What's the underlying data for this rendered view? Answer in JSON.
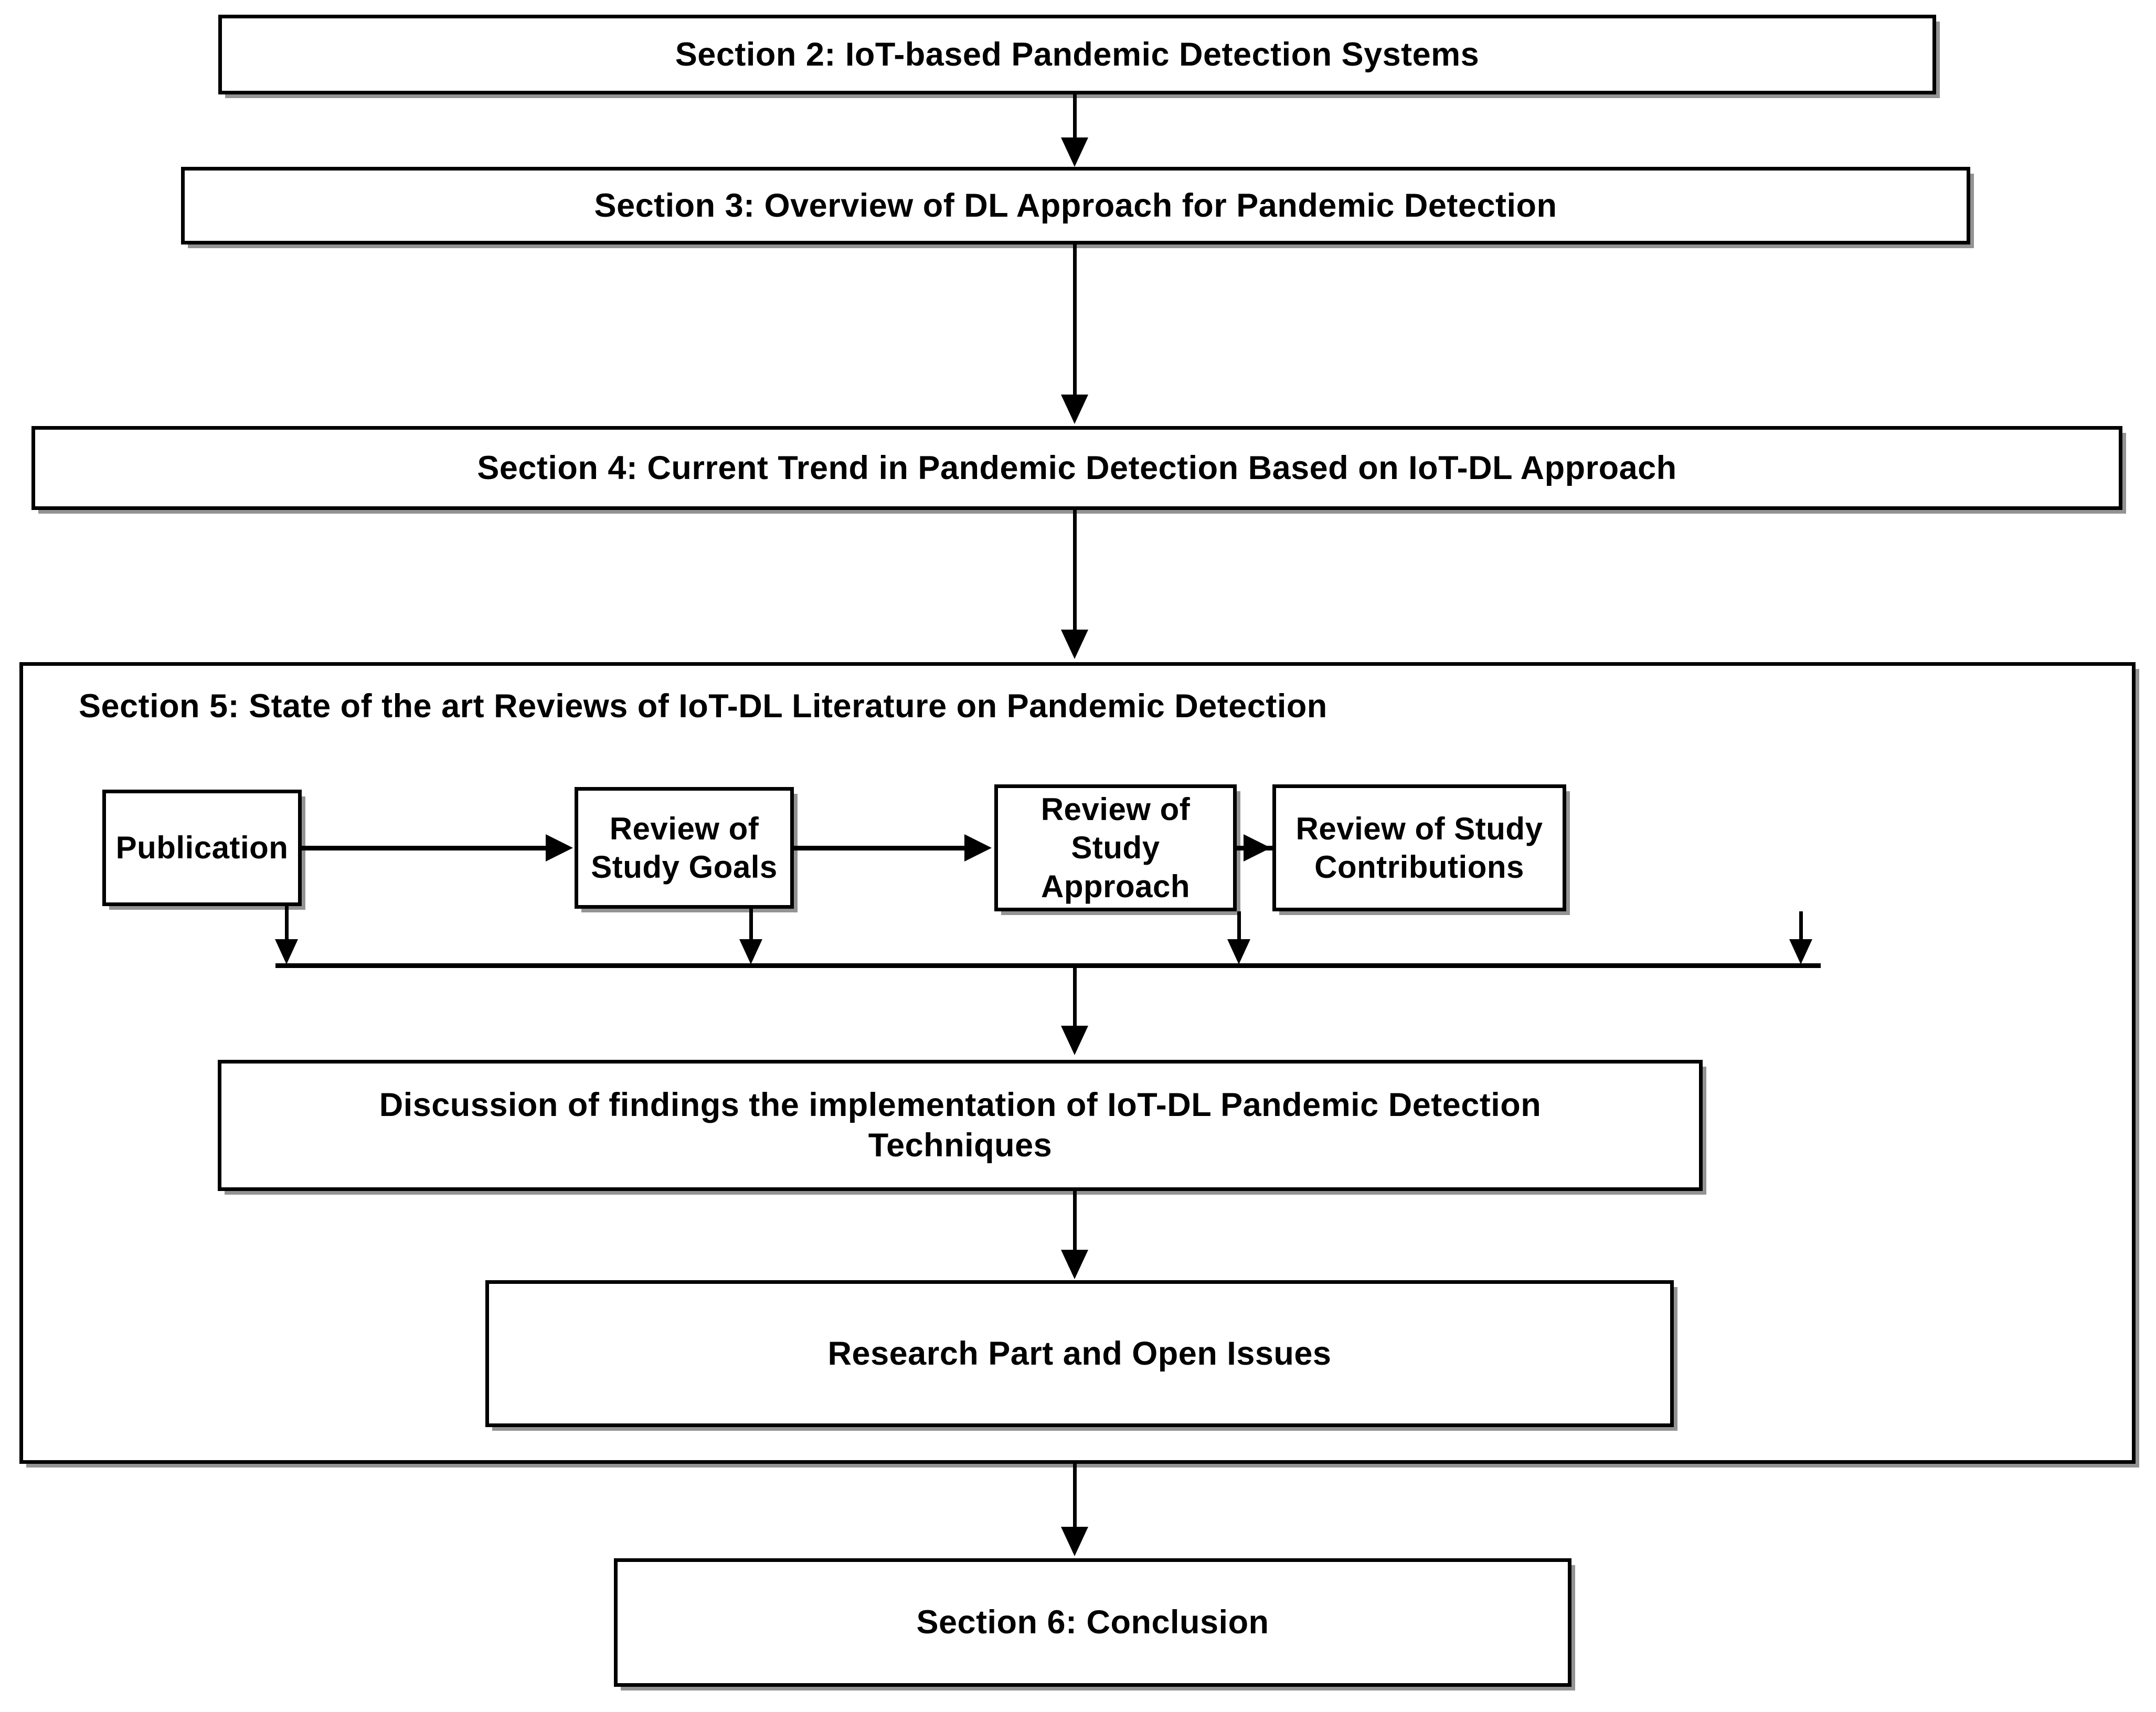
{
  "diagram": {
    "title": "Paper organization flowchart",
    "accent_color": "#000000",
    "background_color": "#ffffff",
    "shadow_color": "#808080"
  },
  "nodes": {
    "section2": {
      "label": "Section 2: IoT-based Pandemic Detection Systems"
    },
    "section3": {
      "label": "Section 3: Overview of DL Approach for Pandemic Detection"
    },
    "section4": {
      "label": "Section 4: Current Trend in Pandemic Detection Based on IoT-DL Approach"
    },
    "section5": {
      "label": "Section 5: State of the art Reviews of IoT-DL Literature on Pandemic Detection"
    },
    "publication": {
      "label": "Publication"
    },
    "review_goals": {
      "label": "Review of\nStudy Goals"
    },
    "review_approach": {
      "label": "Review of Study\nApproach"
    },
    "review_contributions": {
      "label": "Review of Study\nContributions"
    },
    "discussion": {
      "label": "Discussion of findings the implementation of IoT-DL Pandemic Detection Techniques"
    },
    "research_part": {
      "label": "Research Part and Open Issues"
    },
    "section6": {
      "label": "Section 6: Conclusion"
    }
  },
  "edges": [
    {
      "from": "section2",
      "to": "section3",
      "type": "vertical-arrow"
    },
    {
      "from": "section3",
      "to": "section4",
      "type": "vertical-arrow"
    },
    {
      "from": "section4",
      "to": "section5",
      "type": "vertical-arrow"
    },
    {
      "from": "publication",
      "to": "review_goals",
      "type": "horizontal-arrow"
    },
    {
      "from": "review_goals",
      "to": "review_approach",
      "type": "horizontal-arrow"
    },
    {
      "from": "review_approach",
      "to": "review_contributions",
      "type": "horizontal-arrow"
    },
    {
      "from": "publication",
      "to": "merge-bar",
      "type": "vertical-arrow"
    },
    {
      "from": "review_goals",
      "to": "merge-bar",
      "type": "vertical-arrow"
    },
    {
      "from": "review_approach",
      "to": "merge-bar",
      "type": "vertical-arrow"
    },
    {
      "from": "review_contributions",
      "to": "merge-bar",
      "type": "vertical-arrow"
    },
    {
      "from": "merge-bar",
      "to": "discussion",
      "type": "vertical-arrow"
    },
    {
      "from": "discussion",
      "to": "research_part",
      "type": "vertical-arrow"
    },
    {
      "from": "section5",
      "to": "section6",
      "type": "vertical-arrow"
    }
  ]
}
